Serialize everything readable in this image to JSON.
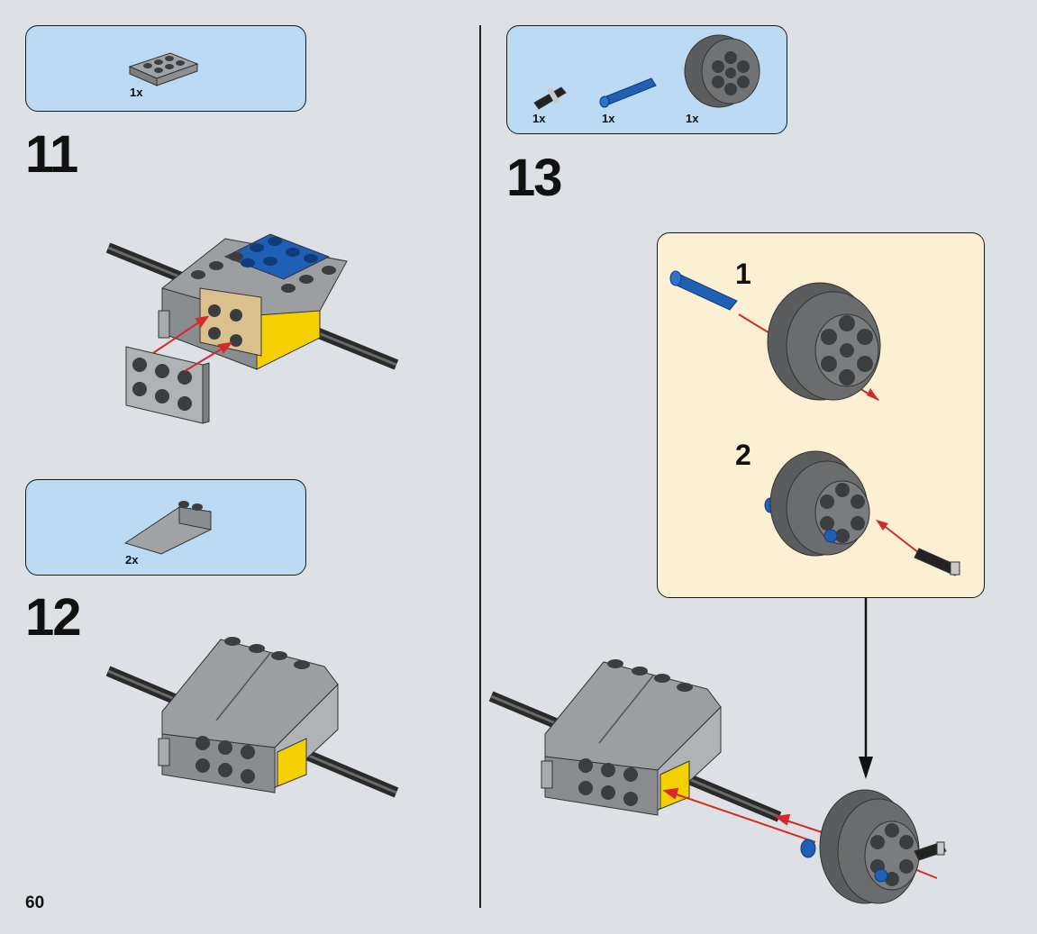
{
  "page": {
    "number": "60"
  },
  "steps": [
    {
      "number": "11",
      "parts": [
        {
          "qty": "1x",
          "part": "gray 2x3 plate"
        }
      ]
    },
    {
      "number": "12",
      "parts": [
        {
          "qty": "2x",
          "part": "gray slope brick"
        }
      ]
    },
    {
      "number": "13",
      "parts": [
        {
          "qty": "1x",
          "part": "black axle pin"
        },
        {
          "qty": "1x",
          "part": "blue long pin"
        },
        {
          "qty": "1x",
          "part": "dark gray wheel"
        }
      ],
      "substeps": [
        {
          "number": "1"
        },
        {
          "number": "2"
        }
      ]
    }
  ],
  "colors": {
    "background": "#dde1e5",
    "parts_box": "#bcdaf4",
    "callout": "#fcf0d4",
    "arrow": "#d42a2a",
    "blue_brick": "#1f5fb4",
    "yellow_brick": "#f5d000",
    "tan_brick": "#d9c08c"
  }
}
